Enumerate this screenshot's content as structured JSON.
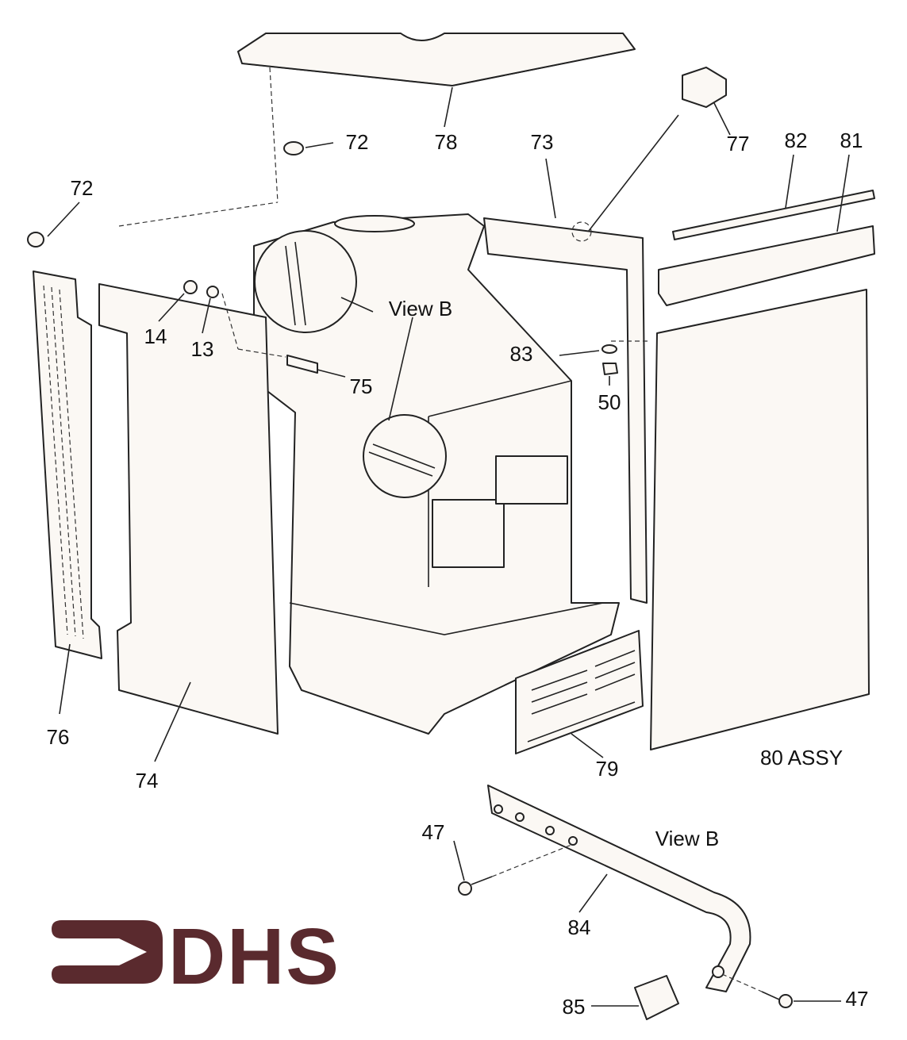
{
  "diagram": {
    "labels": {
      "p78": "78",
      "p72a": "72",
      "p72b": "72",
      "p73": "73",
      "p77": "77",
      "p82": "82",
      "p81": "81",
      "p14": "14",
      "p13": "13",
      "viewb1": "View B",
      "p75": "75",
      "p83": "83",
      "p50": "50",
      "p76": "76",
      "p74": "74",
      "p79": "79",
      "p80": "80 ASSY",
      "p47a": "47",
      "viewb2": "View B",
      "p84": "84",
      "p85": "85",
      "p47b": "47"
    },
    "logo_text": "DHS",
    "logo_color": "#5a2a2e"
  }
}
